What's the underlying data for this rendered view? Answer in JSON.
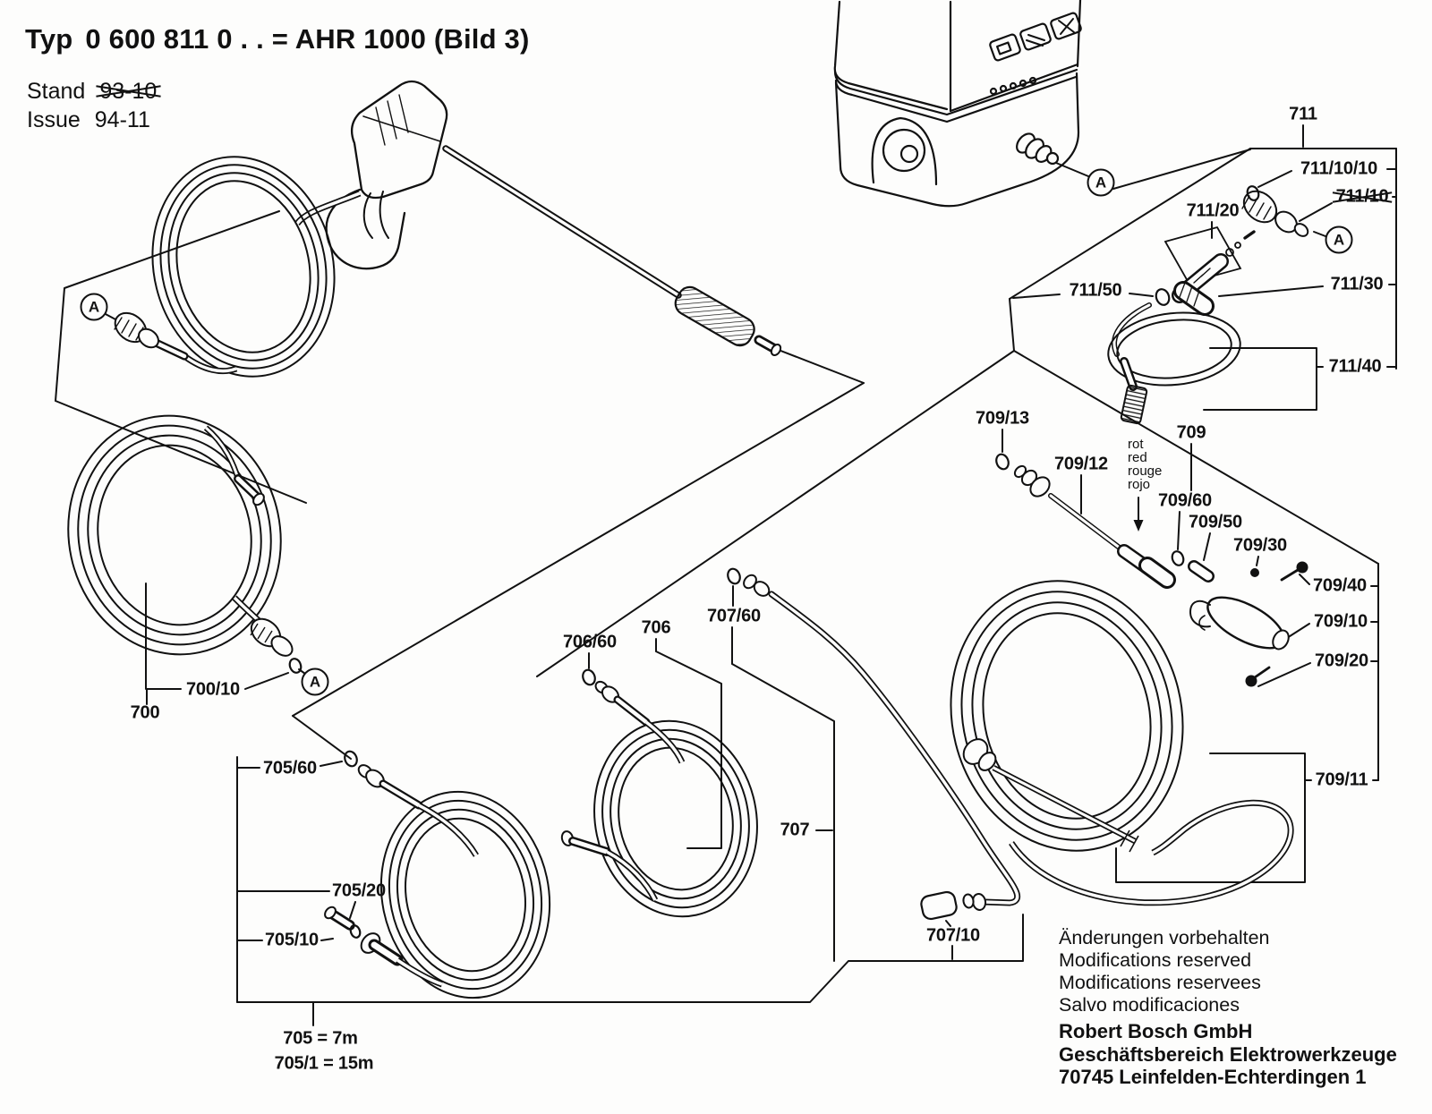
{
  "header": {
    "typ_label": "Typ",
    "typ_value": "0 600 811 0 . .  =  AHR 1000 (Bild 3)",
    "stand_label": "Stand",
    "stand_value": "93-10",
    "issue_label": "Issue",
    "issue_value": "94-11"
  },
  "marker": {
    "letter": "A"
  },
  "color_note": {
    "lines": [
      "rot",
      "red",
      "rouge",
      "rojo"
    ]
  },
  "labels": {
    "p700": "700",
    "p700_10": "700/10",
    "p705_60": "705/60",
    "p705_20": "705/20",
    "p705_10": "705/10",
    "p705_len": "705 = 7m",
    "p705_1_len": "705/1 = 15m",
    "p706_60": "706/60",
    "p706": "706",
    "p707_60": "707/60",
    "p707": "707",
    "p707_10": "707/10",
    "p709_13": "709/13",
    "p709_12": "709/12",
    "p709": "709",
    "p709_60": "709/60",
    "p709_50": "709/50",
    "p709_30": "709/30",
    "p709_40": "709/40",
    "p709_10": "709/10",
    "p709_20": "709/20",
    "p709_11": "709/11",
    "p711": "711",
    "p711_10_10": "711/10/10",
    "p711_10": "711/10",
    "p711_20": "711/20",
    "p711_30": "711/30",
    "p711_40": "711/40",
    "p711_50": "711/50"
  },
  "footer": {
    "notice": [
      "Änderungen vorbehalten",
      "Modifications reserved",
      "Modifications reservees",
      "Salvo modificaciones"
    ],
    "company": [
      "Robert Bosch GmbH",
      "Geschäftsbereich Elektrowerkzeuge",
      "70745 Leinfelden-Echterdingen 1"
    ]
  },
  "colors": {
    "ink": "#111111",
    "paper": "#fdfdfc"
  }
}
